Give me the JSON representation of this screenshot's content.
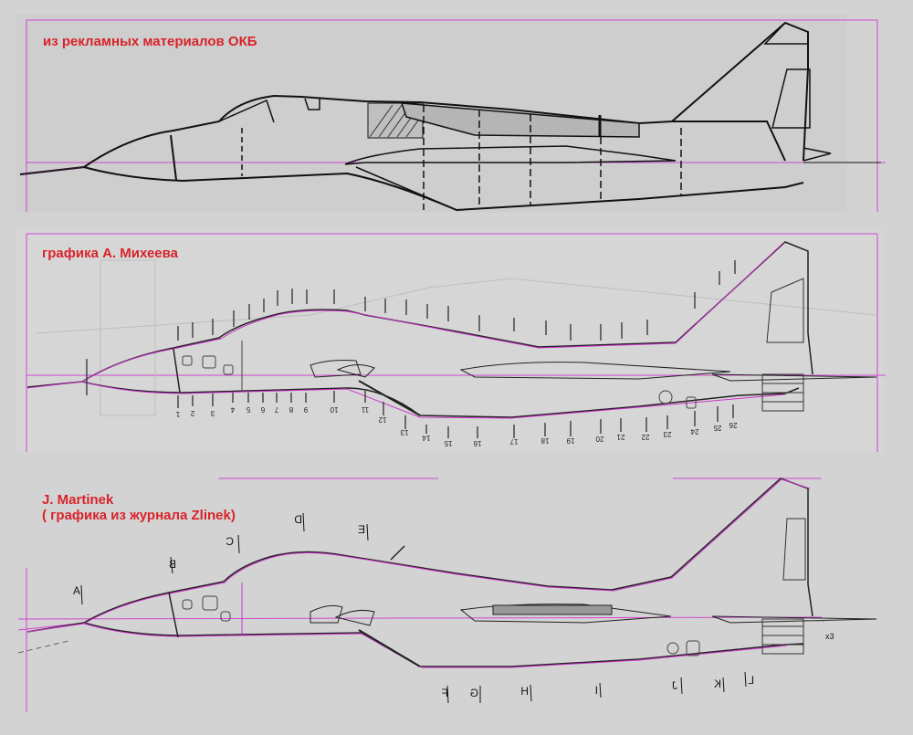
{
  "panels": [
    {
      "id": "okb",
      "caption": "из рекламных материалов ОКБ",
      "drawing": "MiG-29 side profile (advertising material)"
    },
    {
      "id": "mikheev",
      "caption": "графика А. Михеева",
      "drawing": "MiG-29 side profile with station marks",
      "stations": [
        "1",
        "2",
        "3",
        "4",
        "5",
        "6",
        "7",
        "8",
        "9",
        "10",
        "11",
        "12",
        "13",
        "14",
        "15",
        "16",
        "17",
        "18",
        "19",
        "20",
        "21",
        "22",
        "23",
        "24",
        "25",
        "26"
      ]
    },
    {
      "id": "martinek",
      "caption_line1": "J. Martinek",
      "caption_line2": "( графика из журнала Zlinek)",
      "drawing": "MiG-29 side profile with section letters",
      "sections": [
        "A",
        "B",
        "C",
        "D",
        "E",
        "F",
        "G",
        "H",
        "I",
        "J",
        "K",
        "L"
      ],
      "axis_label": "x3"
    }
  ],
  "colors": {
    "background": "#d3d3d3",
    "caption": "#d8232a",
    "overlay": "#cc33cc",
    "ink": "#111111"
  }
}
